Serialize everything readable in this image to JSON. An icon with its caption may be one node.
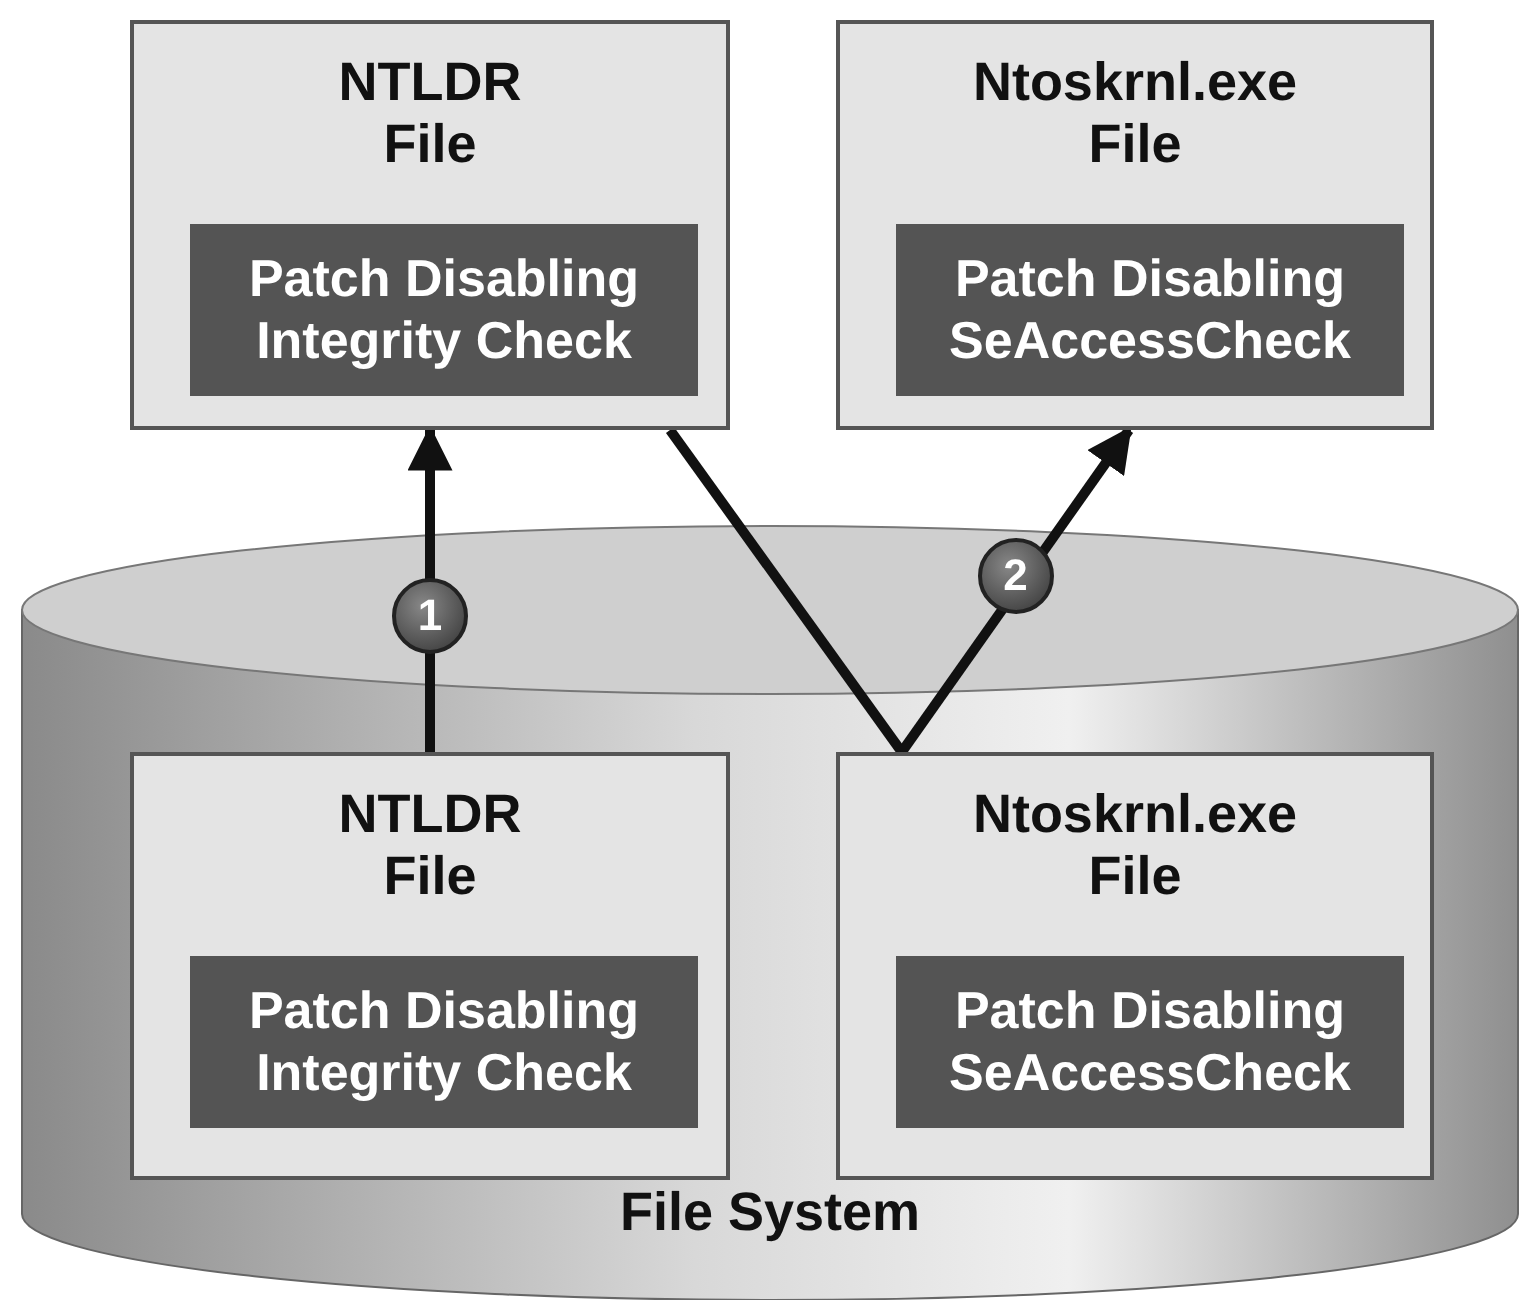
{
  "diagram": {
    "nodes": [
      {
        "text": [
          "NTLDR File"
        ]
      },
      {
        "text": [
          "Patch Disabling Integrity Check"
        ],
        "in": 0
      },
      {
        "text": [
          "Ntoskrnl.exe File"
        ]
      },
      {
        "text": [
          "Patch Disabling SeAccessCheck"
        ],
        "in": 2
      },
      {
        "text": [
          "File System"
        ]
      },
      {
        "text": [
          "NTLDR File"
        ],
        "in": 4
      },
      {
        "text": [
          "Patch Disabling Integrity Check"
        ],
        "in": 5
      },
      {
        "text": [
          "Ntoskrnl.exe File"
        ],
        "in": 4
      },
      {
        "text": [
          "Patch Disabling SeAccessCheck"
        ],
        "in": 7
      }
    ],
    "edges": [
      {
        "from": 5,
        "to": 0,
        "arrow": "to",
        "label": "1"
      },
      {
        "from": 0,
        "to": 7,
        "arrow": "none"
      },
      {
        "from": 7,
        "to": 2,
        "arrow": "to",
        "label": "2"
      }
    ]
  }
}
